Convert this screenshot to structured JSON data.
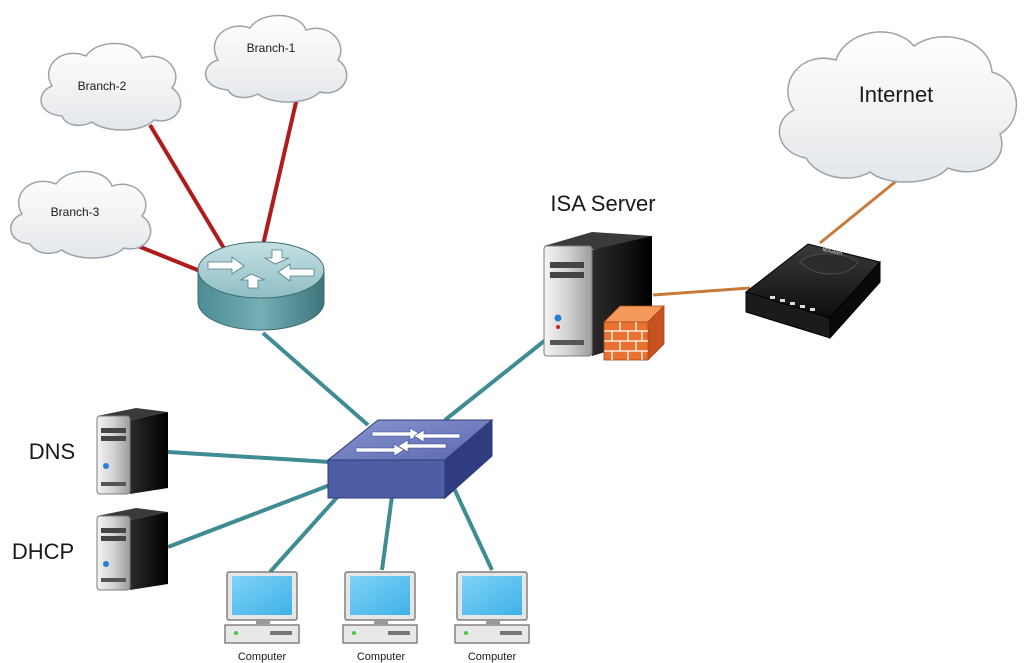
{
  "clouds": {
    "branch1": "Branch-1",
    "branch2": "Branch-2",
    "branch3": "Branch-3",
    "internet": "Internet"
  },
  "labels": {
    "isa_server": "ISA Server",
    "dns": "DNS",
    "dhcp": "DHCP",
    "computers": [
      "Computer",
      "Computer",
      "Computer"
    ],
    "modem_brand": "lexatel"
  },
  "colors": {
    "wan_link": "#b01c1c",
    "lan_link": "#3f8c93",
    "internet_link": "#c77a3a",
    "switch": "#4e5ea6",
    "router": "#5f9ea6",
    "firewall": "#e8722e",
    "monitor_screen": "#5bc0f0"
  },
  "icons": [
    "cloud-icon",
    "router-icon",
    "switch-icon",
    "server-icon",
    "firewall-icon",
    "modem-icon",
    "computer-icon"
  ]
}
